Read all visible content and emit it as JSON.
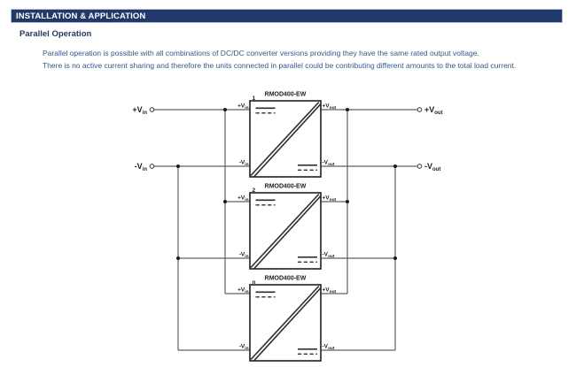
{
  "header": {
    "title": "INSTALLATION & APPLICATION"
  },
  "section": {
    "title": "Parallel Operation"
  },
  "paragraph": {
    "line1": "Parallel operation is possible with all combinations of DC/DC converter versions providing they have the same rated output voltage.",
    "line2": "There is no active current sharing and therefore the units connected in parallel could be contributing different amounts to the total load current."
  },
  "colors": {
    "header_bg": "#20396a",
    "heading_text": "#1e3a6b",
    "body_text": "#2d5aa0",
    "wire": "#606060",
    "outline": "#2d2d2d"
  },
  "diagram": {
    "input_terminals": {
      "plus": {
        "main": "+V",
        "sub": "in"
      },
      "minus": {
        "main": "-V",
        "sub": "in"
      }
    },
    "output_terminals": {
      "plus": {
        "main": "+V",
        "sub": "out"
      },
      "minus": {
        "main": "-V",
        "sub": "out"
      }
    },
    "pin_labels": {
      "plus_v": "+V",
      "minus_v": "-V",
      "sub_in": "in",
      "sub_out": "out"
    },
    "modules": [
      {
        "number": "1",
        "title": "RMOD400-EW"
      },
      {
        "number": "2",
        "title": "RMOD400-EW"
      },
      {
        "number": "n",
        "title": "RMOD400-EW"
      }
    ]
  }
}
